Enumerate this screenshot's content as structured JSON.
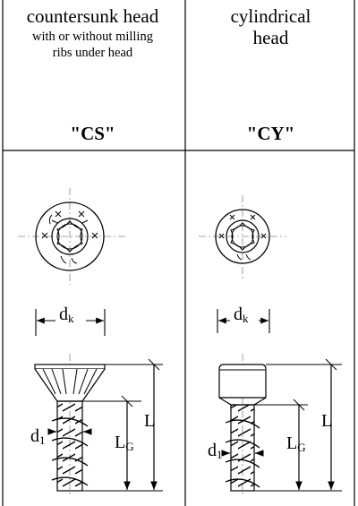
{
  "columns": [
    {
      "title": "countersunk head",
      "subtitle_line1": "with or without milling",
      "subtitle_line2": "ribs under head",
      "code": "\"CS\""
    },
    {
      "title_line1": "cylindrical",
      "title_line2": "head",
      "code": "\"CY\""
    }
  ],
  "labels": {
    "dk_base": "d",
    "dk_sub": "k",
    "d1_base": "d",
    "d1_sub": "1",
    "L": "L",
    "LG_base": "L",
    "LG_sub": "G"
  },
  "colors": {
    "line": "#000000",
    "centerline": "#888888"
  }
}
